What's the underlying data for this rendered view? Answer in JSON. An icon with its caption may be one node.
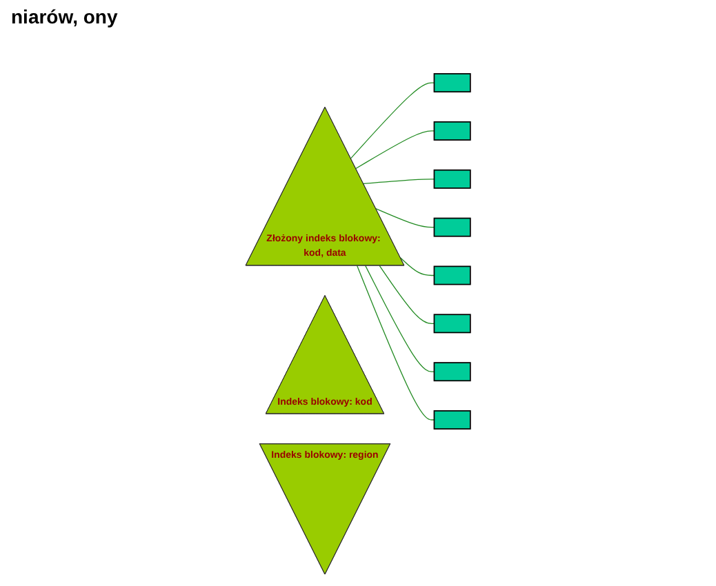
{
  "diagram": {
    "nodes": [
      {
        "text": [
          "Złożony indeks blokowy: kod, data"
        ]
      },
      {
        "text": [
          "Indeks blokowy: kod"
        ]
      },
      {
        "text": [
          "Indeks blokowy: region"
        ]
      },
      {
        "text": [],
        "shape": "box"
      },
      {
        "text": [],
        "shape": "box"
      },
      {
        "text": [],
        "shape": "box"
      },
      {
        "text": [],
        "shape": "box"
      },
      {
        "text": [],
        "shape": "box"
      },
      {
        "text": [],
        "shape": "box"
      },
      {
        "text": [],
        "shape": "box"
      },
      {
        "text": [],
        "shape": "box"
      }
    ],
    "edges": [
      {
        "from": 0,
        "to": 3,
        "arrow": "none"
      },
      {
        "from": 0,
        "to": 4,
        "arrow": "none"
      },
      {
        "from": 0,
        "to": 5,
        "arrow": "none"
      },
      {
        "from": 0,
        "to": 6,
        "arrow": "none"
      },
      {
        "from": 0,
        "to": 7,
        "arrow": "none"
      },
      {
        "from": 0,
        "to": 8,
        "arrow": "none"
      },
      {
        "from": 0,
        "to": 9,
        "arrow": "none"
      },
      {
        "from": 0,
        "to": 10,
        "arrow": "none"
      }
    ],
    "labels": [
      "niarów, ony"
    ]
  }
}
